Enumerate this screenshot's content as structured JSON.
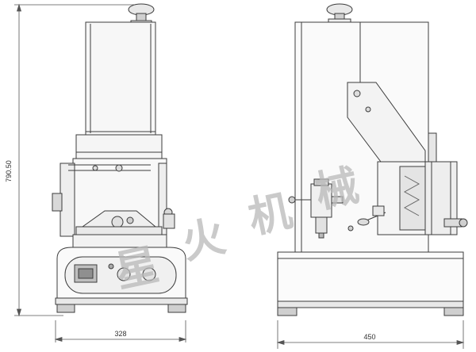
{
  "drawing": {
    "dimensions": {
      "height_label": "790.50",
      "front_width_label": "328",
      "side_width_label": "450"
    },
    "watermark": {
      "chars": [
        "星",
        "火",
        "机",
        "械"
      ],
      "color": "#b9b9b9"
    },
    "colors": {
      "line": "#3c3c3c",
      "fill_light": "#f2f2f2",
      "fill_mid": "#dcdcdc",
      "fill_dark": "#9a9a9a"
    }
  }
}
